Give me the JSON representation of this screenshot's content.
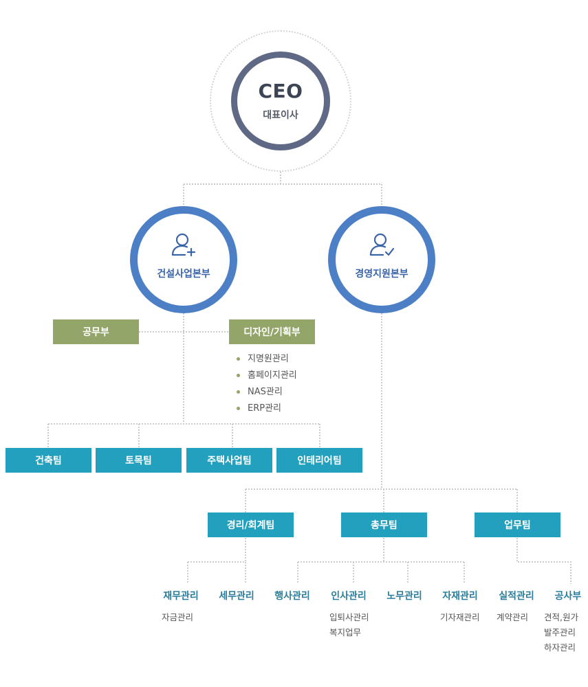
{
  "ceo": {
    "title": "CEO",
    "subtitle": "대표이사",
    "ring_color": "#5f6884"
  },
  "divisions": {
    "construction": {
      "label": "건설사업본부",
      "icon": "user-plus-icon"
    },
    "management": {
      "label": "경영지원본부",
      "icon": "user-check-icon"
    }
  },
  "construction_departments": {
    "gongmu": {
      "label": "공무부"
    },
    "design": {
      "label": "디자인/기획부",
      "duties": [
        "지명원관리",
        "홈페이지관리",
        "NAS관리",
        "ERP관리"
      ]
    }
  },
  "construction_teams": [
    "건축팀",
    "토목팀",
    "주택사업팀",
    "인테리어팀"
  ],
  "management_teams": [
    "경리/회계팀",
    "총무팀",
    "업무팀"
  ],
  "sub_units": [
    {
      "title": "재무관리",
      "details": [
        "자금관리"
      ]
    },
    {
      "title": "세무관리",
      "details": []
    },
    {
      "title": "행사관리",
      "details": []
    },
    {
      "title": "인사관리",
      "details": [
        "입퇴사관리",
        "복지업무"
      ]
    },
    {
      "title": "노무관리",
      "details": []
    },
    {
      "title": "자재관리",
      "details": [
        "기자재관리"
      ]
    },
    {
      "title": "실적관리",
      "details": [
        "계약관리"
      ]
    },
    {
      "title": "공사부",
      "details": [
        "견적,원가",
        "발주관리",
        "하자관리"
      ]
    }
  ],
  "colors": {
    "division_ring": "#4d7fc6",
    "department_box": "#94a56a",
    "team_box": "#24a0bf",
    "connector": "#cccccc"
  }
}
